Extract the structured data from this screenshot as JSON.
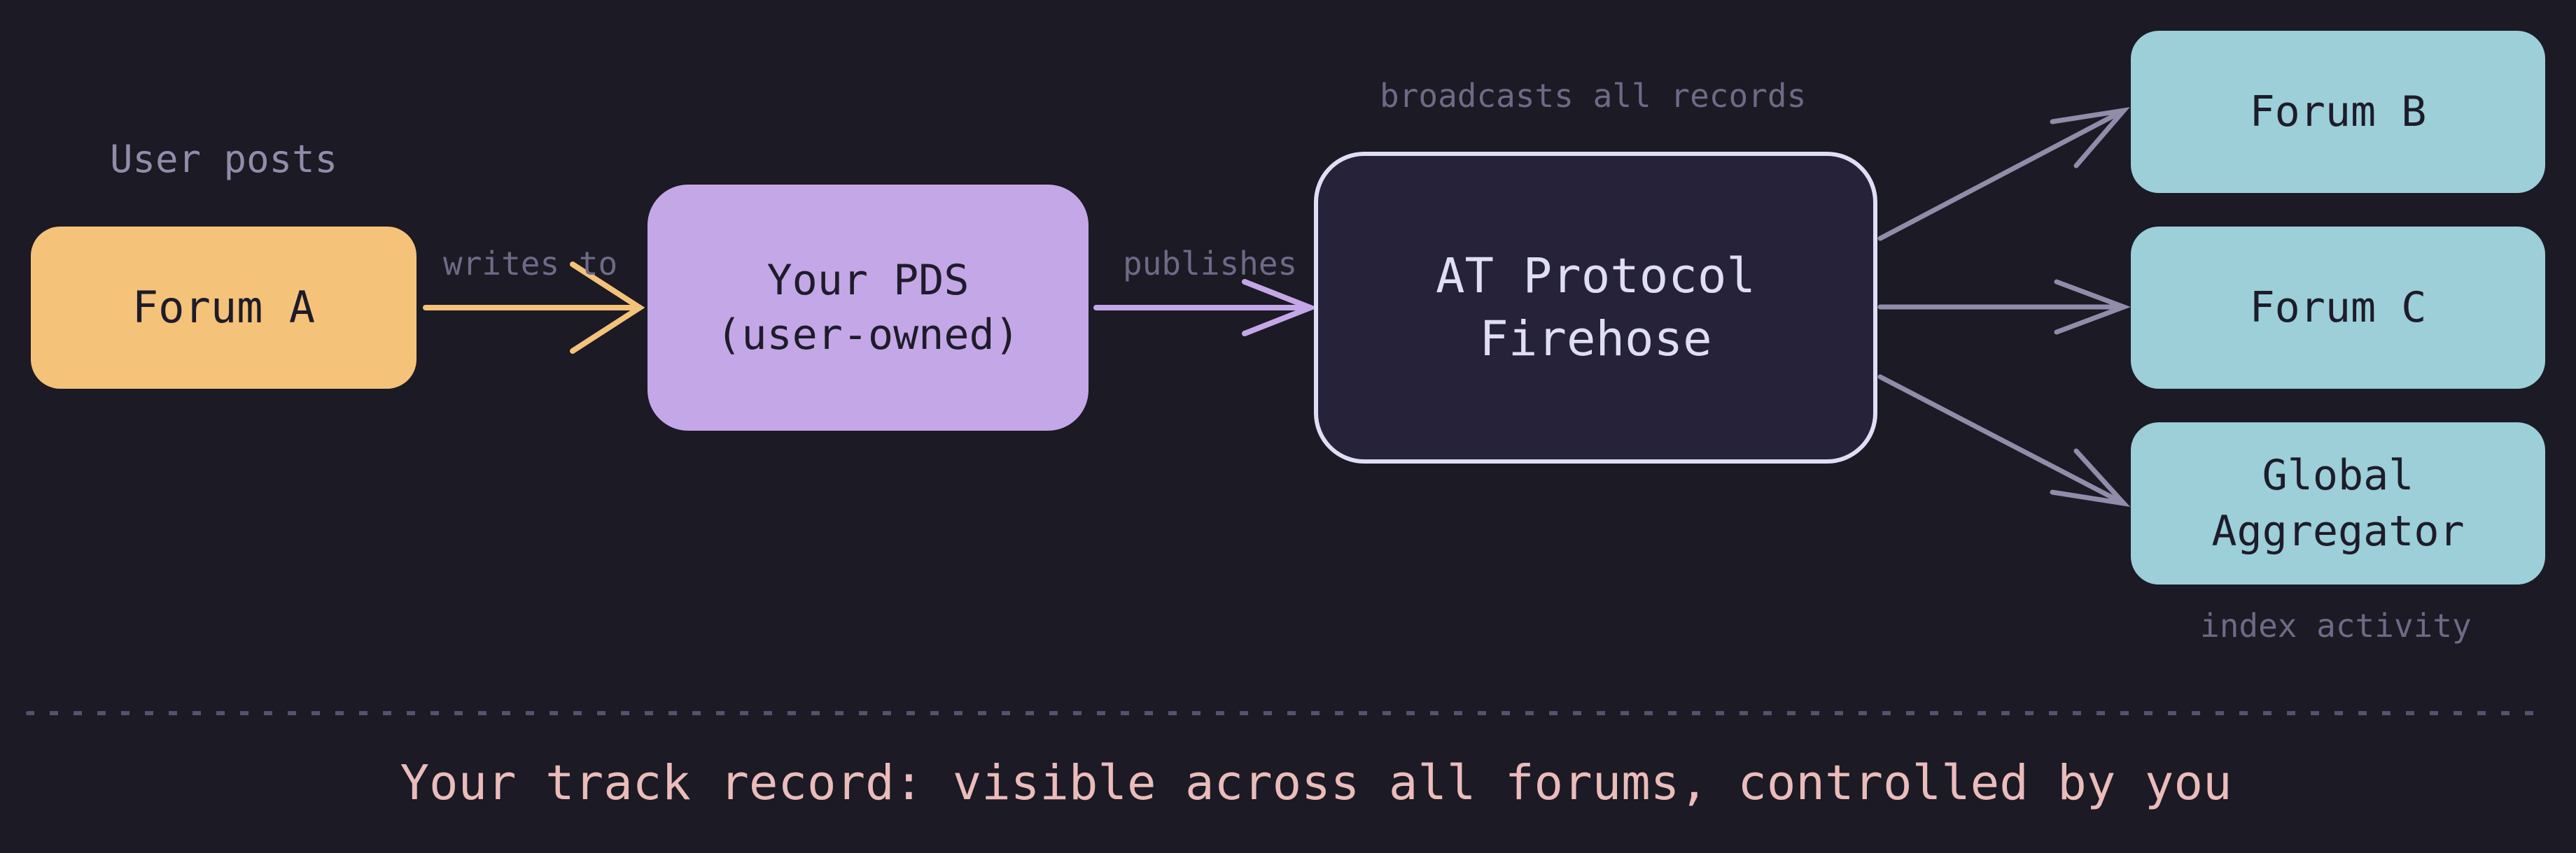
{
  "diagram": {
    "title": "AT Protocol cross-forum track record",
    "colors": {
      "background": "#1b1a25",
      "forum_a": "#f4c279",
      "pds": "#c4a7e7",
      "firehose_fill": "#252239",
      "firehose_border": "#e0def4",
      "consumer": "#9ccfd8",
      "edge_label": "#6e6a86",
      "fanout_arrow": "#908caa",
      "footer": "#ebbcba"
    },
    "nodes": {
      "forum_a": {
        "label": "Forum A"
      },
      "pds": {
        "line1": "Your PDS",
        "line2": "(user-owned)"
      },
      "firehose": {
        "line1": "AT Protocol",
        "line2": "Firehose"
      },
      "forum_b": {
        "label": "Forum B"
      },
      "forum_c": {
        "label": "Forum C"
      },
      "aggregator": {
        "line1": "Global",
        "line2": "Aggregator"
      }
    },
    "annotations": {
      "user_posts": "User posts",
      "broadcasts": "broadcasts all records",
      "index_activity": "index activity"
    },
    "edges": [
      {
        "from": "forum_a",
        "to": "pds",
        "label": "writes to",
        "color": "#f4c279"
      },
      {
        "from": "pds",
        "to": "firehose",
        "label": "publishes",
        "color": "#c4a7e7"
      },
      {
        "from": "firehose",
        "to": "forum_b",
        "label": "",
        "color": "#908caa"
      },
      {
        "from": "firehose",
        "to": "forum_c",
        "label": "",
        "color": "#908caa"
      },
      {
        "from": "firehose",
        "to": "aggregator",
        "label": "",
        "color": "#908caa"
      }
    ],
    "footer": "Your track record: visible across all forums, controlled by you"
  }
}
